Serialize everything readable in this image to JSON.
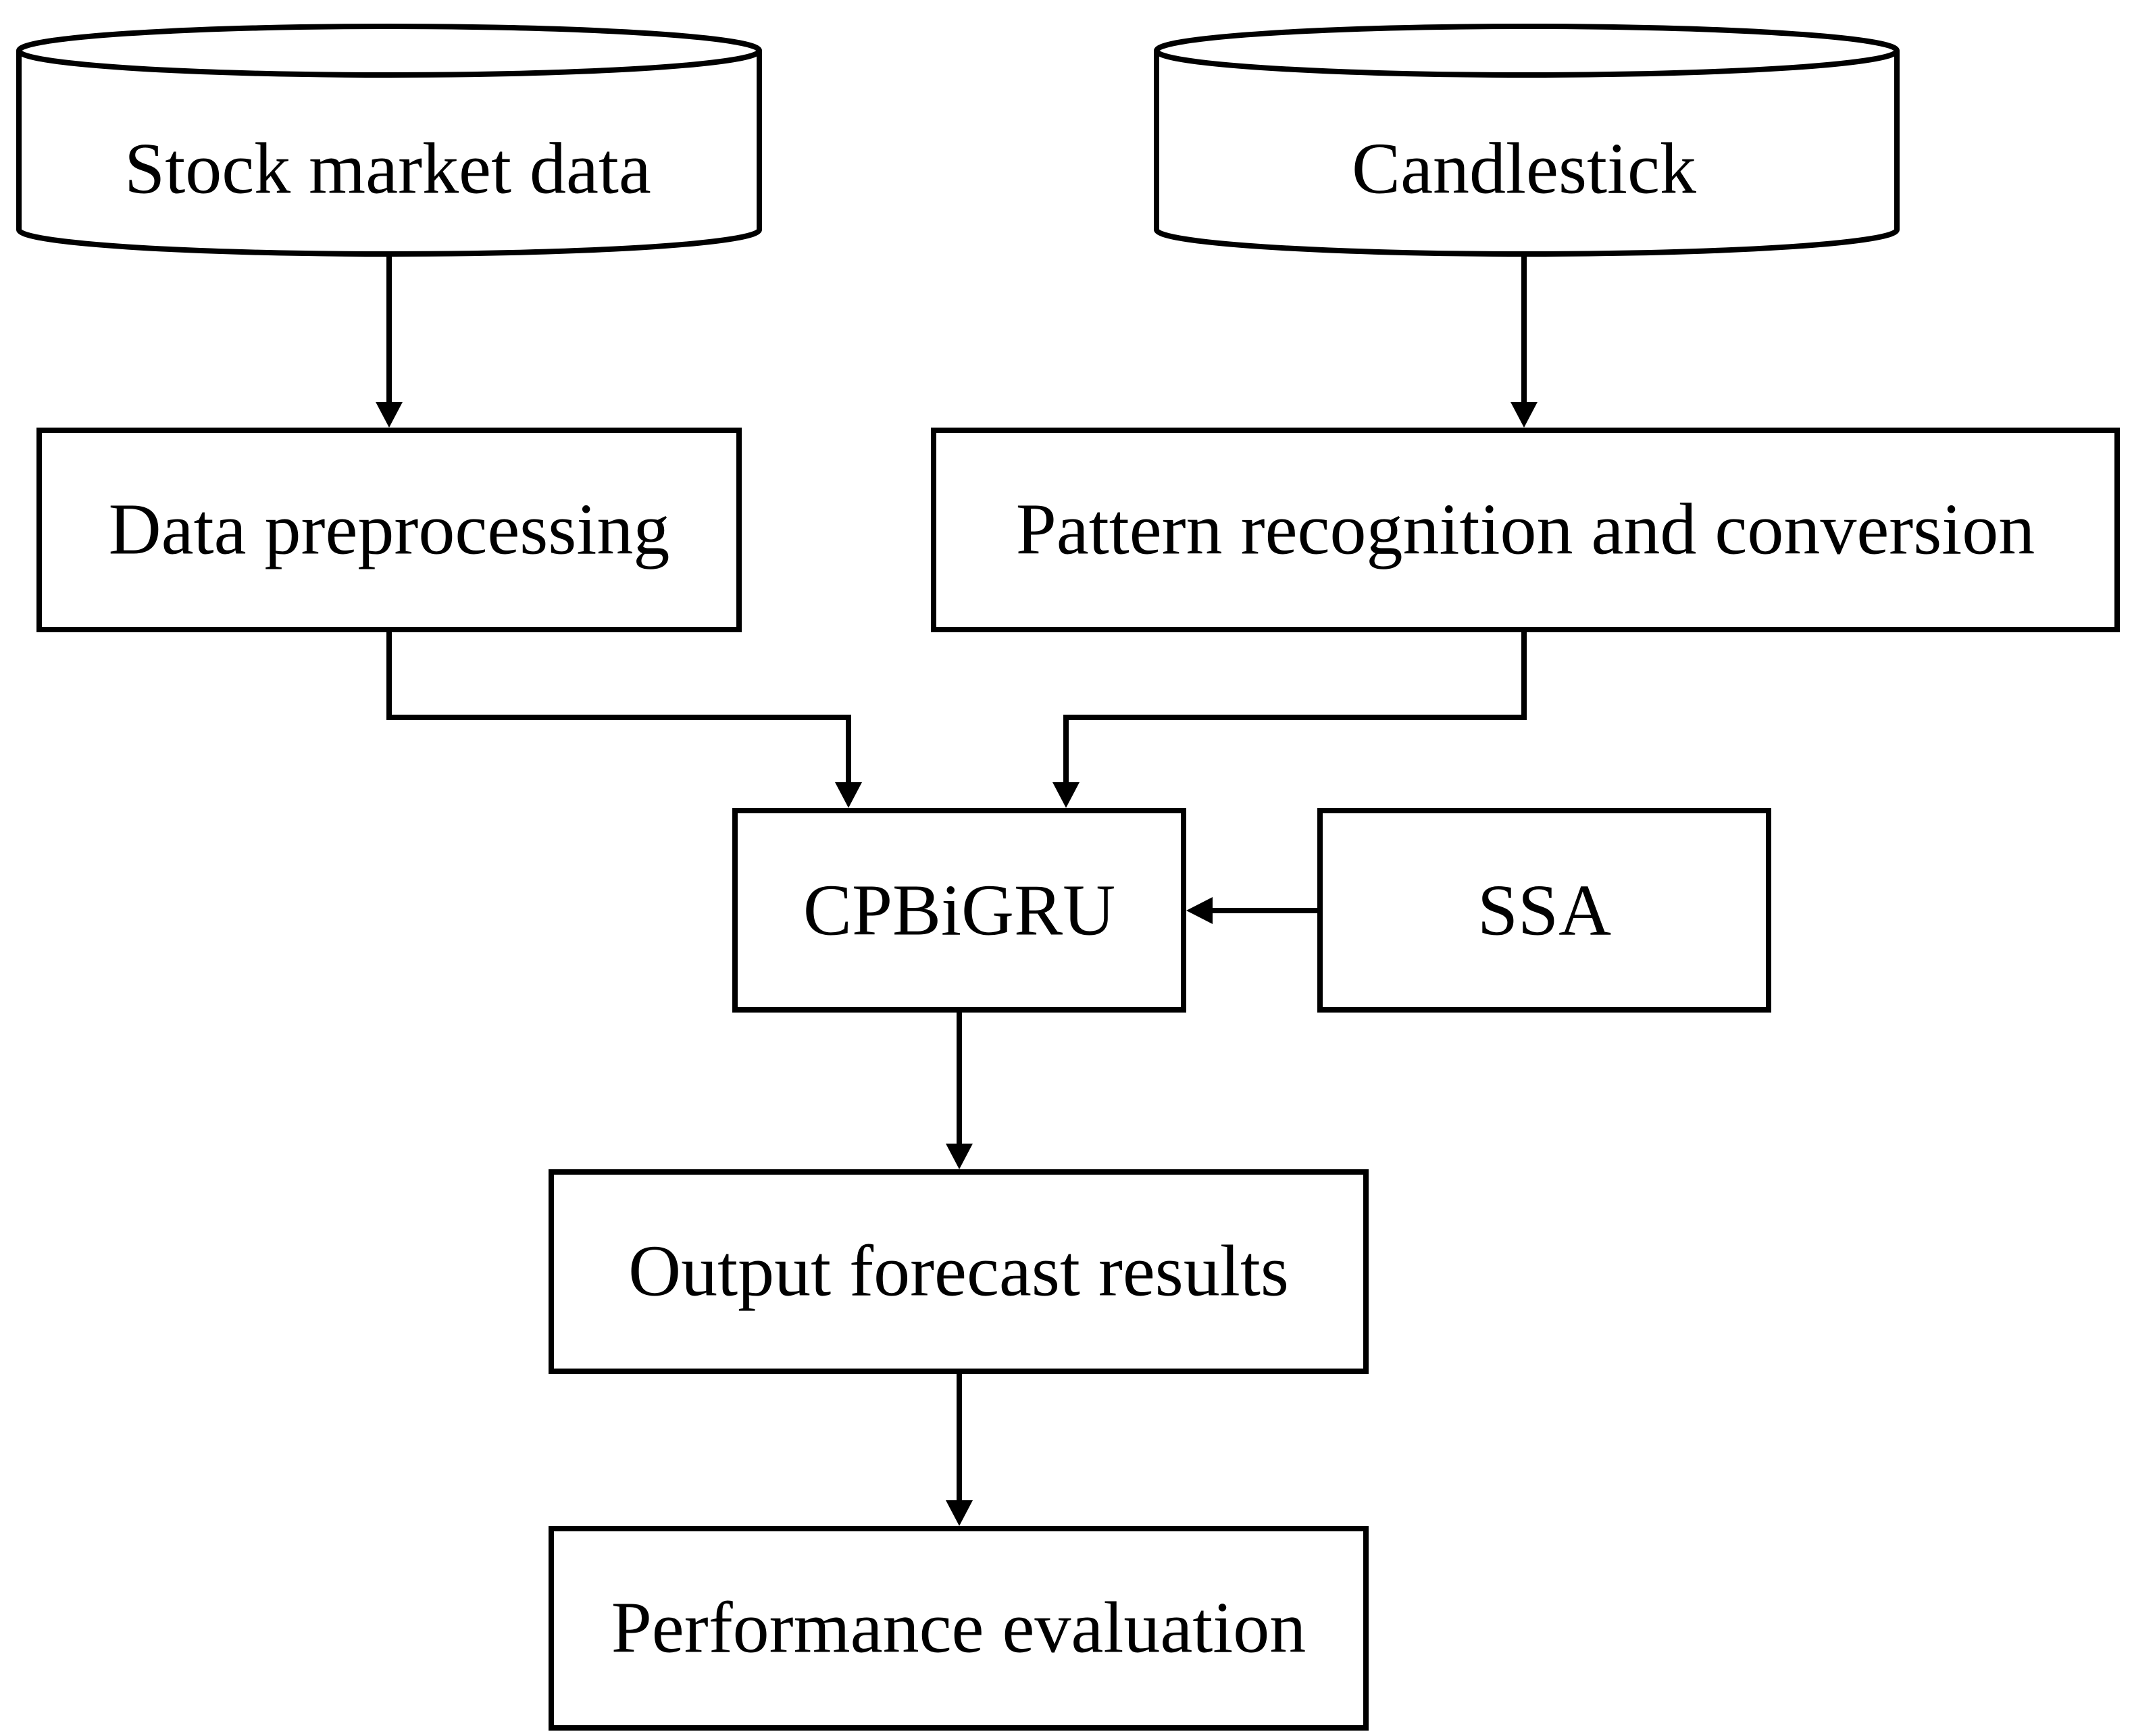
{
  "nodes": {
    "stock_market_data": "Stock market data",
    "candlestick": "Candlestick",
    "data_preprocessing": "Data preprocessing",
    "pattern_recognition": "Pattern recognition and conversion",
    "cpbigru": "CPBiGRU",
    "ssa": "SSA",
    "output_forecast": "Output forecast results",
    "performance_evaluation": "Performance evaluation"
  },
  "colors": {
    "stroke": "#000000",
    "fill": "#ffffff",
    "text": "#000000"
  }
}
